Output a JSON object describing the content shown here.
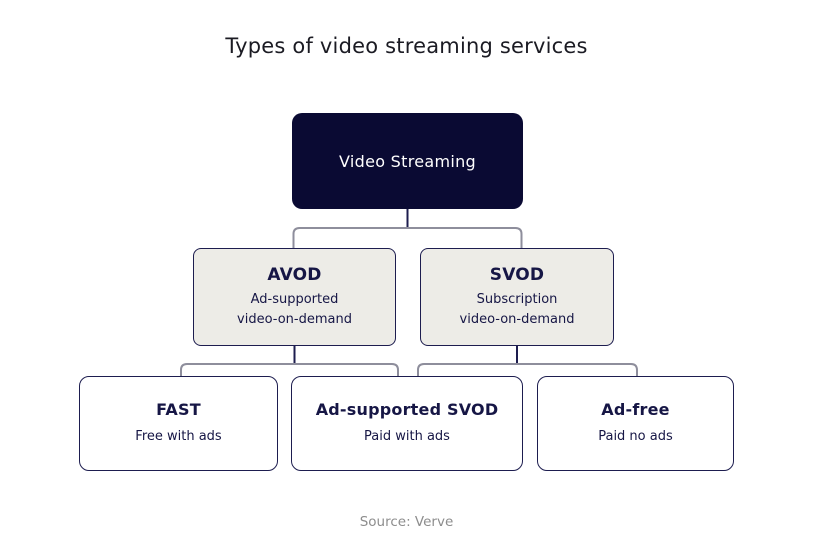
{
  "title": "Types of video streaming services",
  "source_label": "Source: Verve",
  "colors": {
    "bg": "#ffffff",
    "title_color": "#1b1b23",
    "root_bg": "#0a0a33",
    "root_text": "#ffffff",
    "node_border": "#1d1d4f",
    "node_text": "#161645",
    "mid_bg": "#edece7",
    "leaf_bg": "#ffffff",
    "connector": "#8e8e9c",
    "source_color": "#8d8d8d"
  },
  "tree": {
    "root": {
      "label": "Video Streaming"
    },
    "level2": [
      {
        "label": "AVOD",
        "sublines": [
          "Ad-supported",
          "video-on-demand"
        ]
      },
      {
        "label": "SVOD",
        "sublines": [
          "Subscription",
          "video-on-demand"
        ]
      }
    ],
    "level3": [
      {
        "label": "FAST",
        "sublabel": "Free with ads"
      },
      {
        "label": "Ad-supported SVOD",
        "sublabel": "Paid with ads"
      },
      {
        "label": "Ad-free",
        "sublabel": "Paid no ads"
      }
    ]
  }
}
